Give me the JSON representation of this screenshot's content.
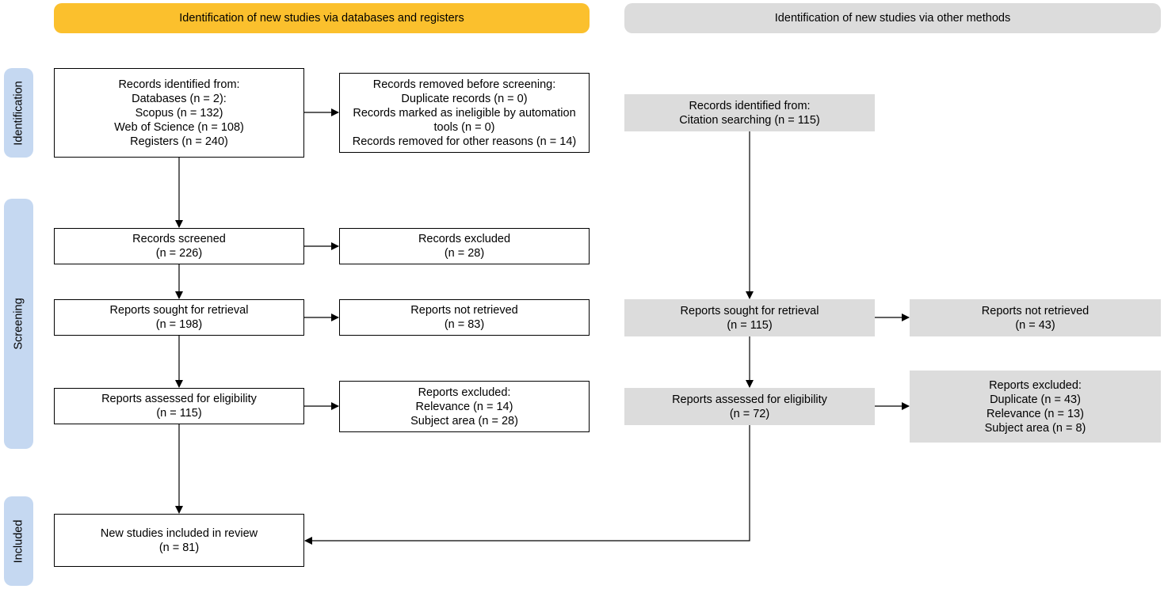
{
  "colors": {
    "header_databases": "#fbc02d",
    "header_other": "#dcdcdc",
    "phase_label": "#c5d8f1",
    "grey_box": "#dcdcdc"
  },
  "headers": {
    "databases": "Identification of new studies via databases and registers",
    "other": "Identification of new studies via other methods"
  },
  "phases": {
    "identification": "Identification",
    "screening": "Screening",
    "included": "Included"
  },
  "databases": {
    "identified": {
      "title": "Records identified from:",
      "lines": [
        "Databases (n = 2):",
        "Scopus (n = 132)",
        "Web of Science (n = 108)",
        "Registers (n = 240)"
      ]
    },
    "removed": {
      "title": "Records removed before screening:",
      "lines": [
        "Duplicate records (n = 0)",
        "Records marked as ineligible by automation",
        "tools (n = 0)",
        "Records removed for other reasons (n = 14)"
      ]
    },
    "screened": {
      "title": "Records screened",
      "count": "(n = 226)"
    },
    "excluded": {
      "title": "Records excluded",
      "count": "(n = 28)"
    },
    "sought": {
      "title": "Reports sought for retrieval",
      "count": "(n = 198)"
    },
    "not_retrieved": {
      "title": "Reports not retrieved",
      "count": "(n = 83)"
    },
    "assessed": {
      "title": "Reports assessed for eligibility",
      "count": "(n = 115)"
    },
    "reports_excluded": {
      "title": "Reports excluded:",
      "lines": [
        "Relevance (n = 14)",
        "Subject area (n = 28)"
      ]
    },
    "included": {
      "title": "New studies included in review",
      "count": "(n = 81)"
    }
  },
  "other": {
    "identified": {
      "title": "Records identified from:",
      "lines": [
        "Citation searching (n = 115)"
      ]
    },
    "sought": {
      "title": "Reports sought for retrieval",
      "count": "(n = 115)"
    },
    "not_retrieved": {
      "title": "Reports not retrieved",
      "count": "(n = 43)"
    },
    "assessed": {
      "title": "Reports assessed for eligibility",
      "count": "(n = 72)"
    },
    "reports_excluded": {
      "title": "Reports excluded:",
      "lines": [
        "Duplicate (n = 43)",
        "Relevance (n = 13)",
        "Subject area (n = 8)"
      ]
    }
  }
}
